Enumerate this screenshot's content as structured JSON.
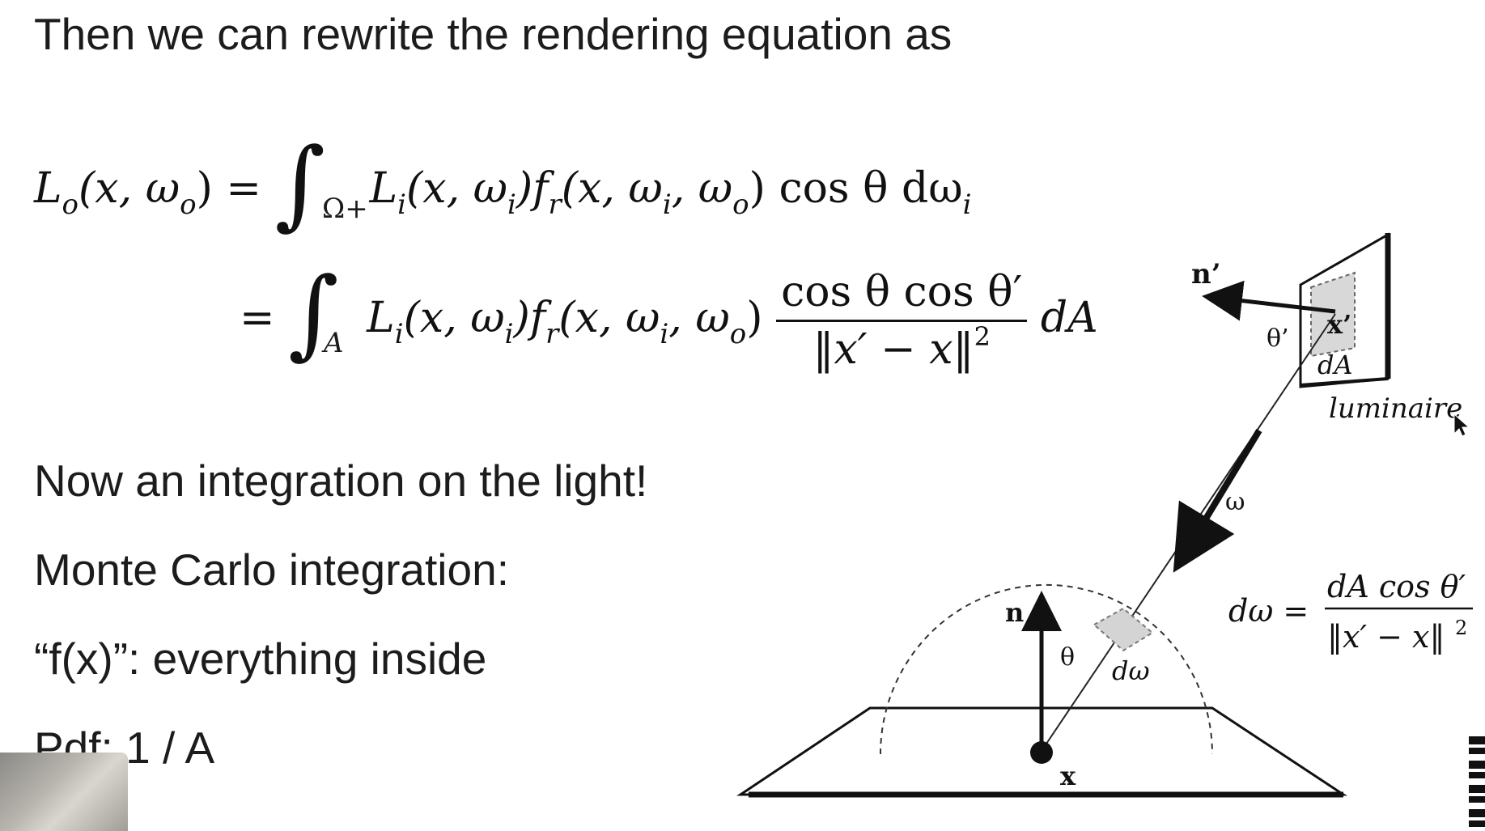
{
  "slide": {
    "heading": "Then we can rewrite the rendering equation as",
    "bullets": [
      "Now an integration on the light!",
      "Monte Carlo integration:",
      "“f(x)”: everything inside",
      "Pdf: 1 / A"
    ]
  },
  "equation": {
    "lhs": "L",
    "lhs_sub": "o",
    "lhs_args": "(x, ω",
    "lhs_args_sub": "o",
    "lhs_close": ") =",
    "line1_lower_limit": "Ω+",
    "line1_integrand": "L",
    "line1_Li_sub": "i",
    "line1_term": "(x, ω",
    "line1_term_sub": "i",
    "line1_fr": ")f",
    "line1_fr_sub": "r",
    "line1_fr_args": "(x, ω",
    "line1_fr_args_sub1": "i",
    "line1_fr_args_mid": ", ω",
    "line1_fr_args_sub2": "o",
    "line1_tail": ") cos θ dω",
    "line1_tail_sub": "i",
    "line2_eq": "=",
    "line2_lower_limit": "A",
    "line2_integrand": "L",
    "line2_Li_sub": "i",
    "line2_term": "(x, ω",
    "line2_term_sub": "i",
    "line2_fr": ")f",
    "line2_fr_sub": "r",
    "line2_fr_args": "(x, ω",
    "line2_fr_args_sub1": "i",
    "line2_fr_args_mid": ", ω",
    "line2_fr_args_sub2": "o",
    "line2_fr_close": ")",
    "line2_num": "cos θ cos θ′",
    "line2_den": "‖x′ − x‖",
    "line2_den_sup": "2",
    "line2_tail": "dA"
  },
  "diagram": {
    "label_n_prime": "n’",
    "label_theta_prime": "θ’",
    "label_x_prime": "x’",
    "label_dA": "dA",
    "label_luminaire": "luminaire",
    "label_omega": "ω",
    "label_n": "n",
    "label_theta": "θ",
    "label_domega": "dω",
    "label_x": "x",
    "formula_lhs": "dω =",
    "formula_num": "dA cos θ′",
    "formula_den": "‖x′ − x‖",
    "formula_den_sup": "2"
  }
}
